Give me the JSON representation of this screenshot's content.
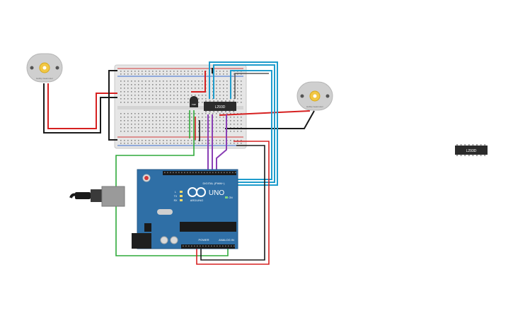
{
  "colors": {
    "background": "#ffffff",
    "breadboard": "#e6e6e6",
    "rail_red": "#d23a3a",
    "rail_blue": "#3a6fd2",
    "arduino_board": "#2f6fa6",
    "chip": "#2b2b2b",
    "motor_body": "#cfcfcf",
    "motor_shaft": "#f2c744",
    "wire_red": "#d62020",
    "wire_black": "#1a1a1a",
    "wire_green": "#2faa3a",
    "wire_blue": "#1f9ccc",
    "wire_purple": "#8a3fb5"
  },
  "components": {
    "motor_left_label": "Hobby Gearmotor",
    "motor_right_label": "Hobby Gearmotor",
    "driver_chip_label": "L293D",
    "loose_chip_label": "L293D",
    "transistor_label": "TMP",
    "arduino": {
      "model": "UNO",
      "brand": "ARDUINO",
      "digital_header": "DIGITAL (PWM~)",
      "power_header": "POWER",
      "analog_header": "ANALOG IN",
      "on_label": "ON",
      "tx_label": "TX",
      "rx_label": "RX",
      "l_label": "L"
    }
  }
}
